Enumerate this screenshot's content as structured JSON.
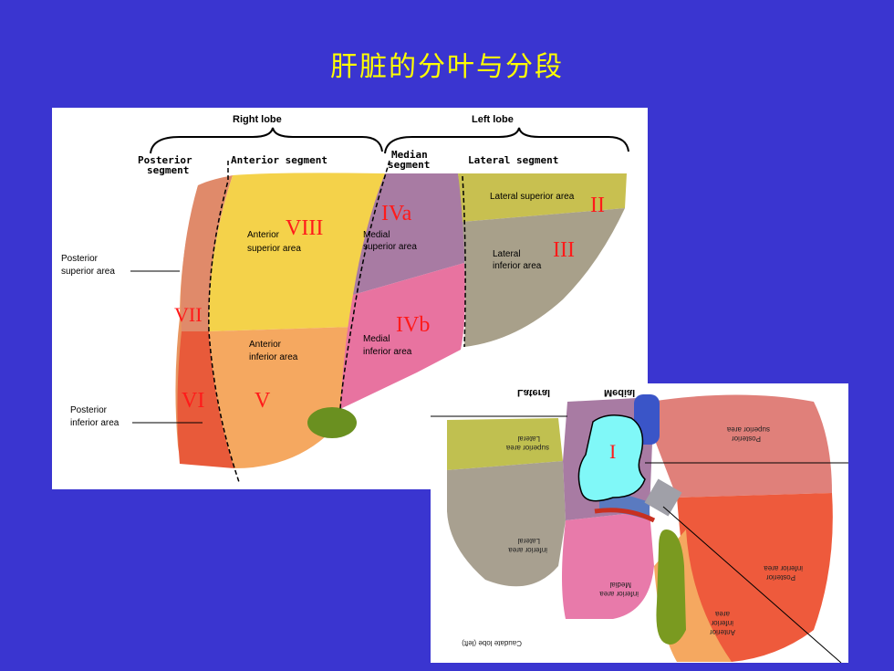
{
  "title": "肝脏的分叶与分段",
  "top_diagram": {
    "lobe_right": "Right lobe",
    "lobe_left": "Left lobe",
    "seg_posterior_1": "Posterior",
    "seg_posterior_2": "segment",
    "seg_anterior": "Anterior segment",
    "seg_median_1": "Median",
    "seg_median_2": "segment",
    "seg_lateral": "Lateral segment",
    "area_lat_sup": "Lateral superior area",
    "area_ant_sup_1": "Anterior",
    "area_ant_sup_2": "superior area",
    "area_med_sup_1": "Medial",
    "area_med_sup_2": "superior area",
    "area_lat_inf_1": "Lateral",
    "area_lat_inf_2": "inferior area",
    "area_post_sup_1": "Posterior",
    "area_post_sup_2": "superior area",
    "area_ant_inf_1": "Anterior",
    "area_ant_inf_2": "inferior area",
    "area_med_inf_1": "Medial",
    "area_med_inf_2": "inferior area",
    "area_post_inf_1": "Posterior",
    "area_post_inf_2": "inferior area",
    "roman_II": "II",
    "roman_III": "III",
    "roman_IVa": "IVa",
    "roman_IVb": "IVb",
    "roman_V": "V",
    "roman_VI": "VI",
    "roman_VII": "VII",
    "roman_VIII": "VIII"
  },
  "bottom_diagram": {
    "hdr_lateral": "Lateral",
    "hdr_medial": "Medial",
    "area_lat_sup_1": "Lateral",
    "area_lat_sup_2": "superior area",
    "area_post_sup_1": "Posterior",
    "area_post_sup_2": "superior area",
    "area_lat_inf_1": "Lateral",
    "area_lat_inf_2": "inferior area",
    "area_med_inf_1": "Medial",
    "area_med_inf_2": "inferior area",
    "area_post_inf_1": "Posterior",
    "area_post_inf_2": "inferior area",
    "area_ant_inf_1": "Anterior",
    "area_ant_inf_2": "inferior",
    "area_ant_inf_3": "area",
    "caudate": "Caudate lobe (left)",
    "roman_I": "I"
  }
}
